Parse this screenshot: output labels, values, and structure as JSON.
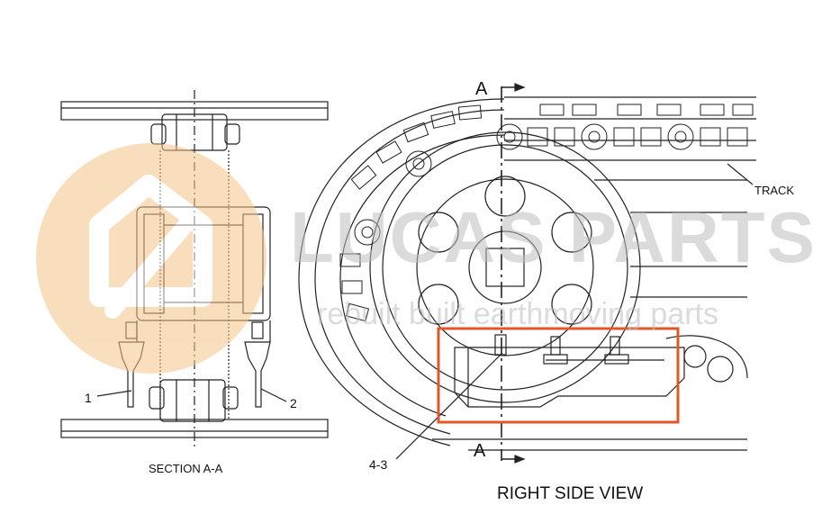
{
  "labels": {
    "section_title": "SECTION A-A",
    "view_title": "RIGHT SIDE VIEW",
    "track": "TRACK",
    "callout_1": "1",
    "callout_2": "2",
    "callout_4_3": "4-3",
    "section_mark_top": "A",
    "section_mark_bottom": "A"
  },
  "watermark": {
    "brand": "LUCAS PARTS",
    "tagline": "rebuilt built earthmoving parts"
  },
  "colors": {
    "line": "#222222",
    "highlight": "#e2572a",
    "watermark_orange": "#f5c48a",
    "watermark_gray": "#c9c9c9"
  }
}
